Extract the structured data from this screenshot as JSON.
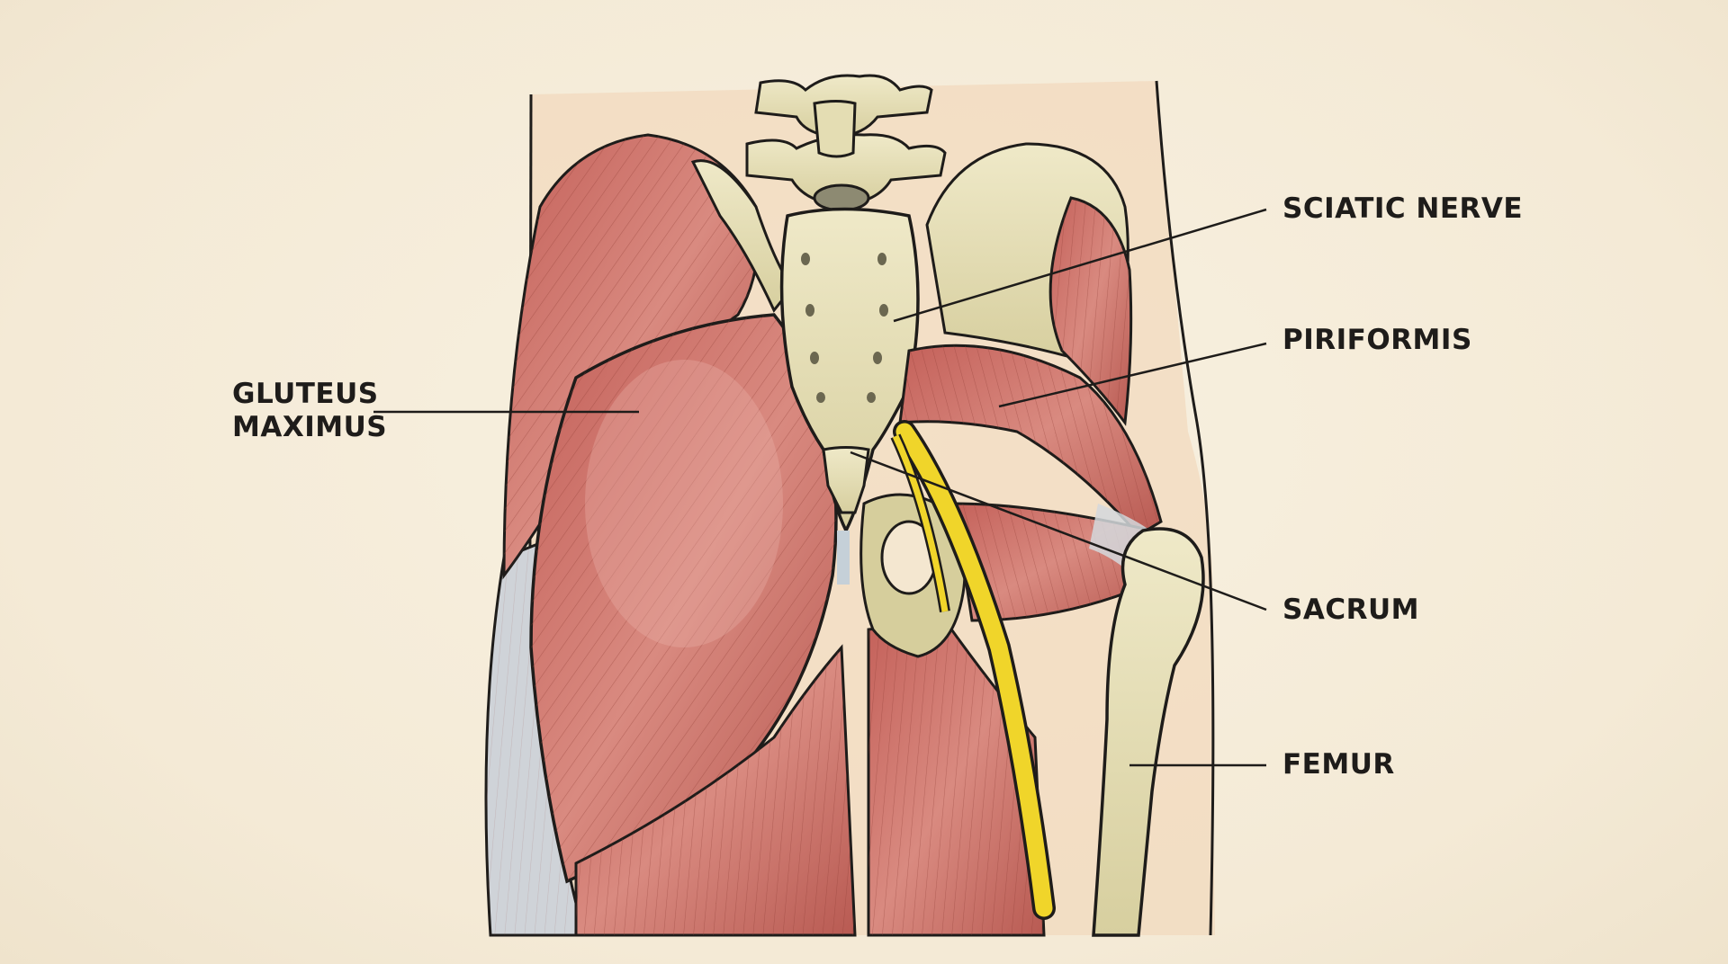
{
  "figure": {
    "title": "Posterior view of hip and gluteal region",
    "style": "hand-drawn watercolor anatomical illustration",
    "colors": {
      "background": "#f6eedc",
      "muscle": "#c7695f",
      "muscle_light": "#e1a198",
      "bone": "#e6dfb6",
      "bone_shadow": "#c9c190",
      "nerve": "#f0d52a",
      "tendon": "#c9cfd6",
      "skin": "#f1d6b8",
      "ink": "#1e1c1a"
    }
  },
  "labels": [
    {
      "id": "gluteus-maximus",
      "line1": "GLUTEUS",
      "line2": "MAXIMUS"
    },
    {
      "id": "sciatic-nerve",
      "text": "SCIATIC NERVE"
    },
    {
      "id": "piriformis",
      "text": "PIRIFORMIS"
    },
    {
      "id": "sacrum",
      "text": "SACRUM"
    },
    {
      "id": "femur",
      "text": "FEMUR"
    }
  ]
}
